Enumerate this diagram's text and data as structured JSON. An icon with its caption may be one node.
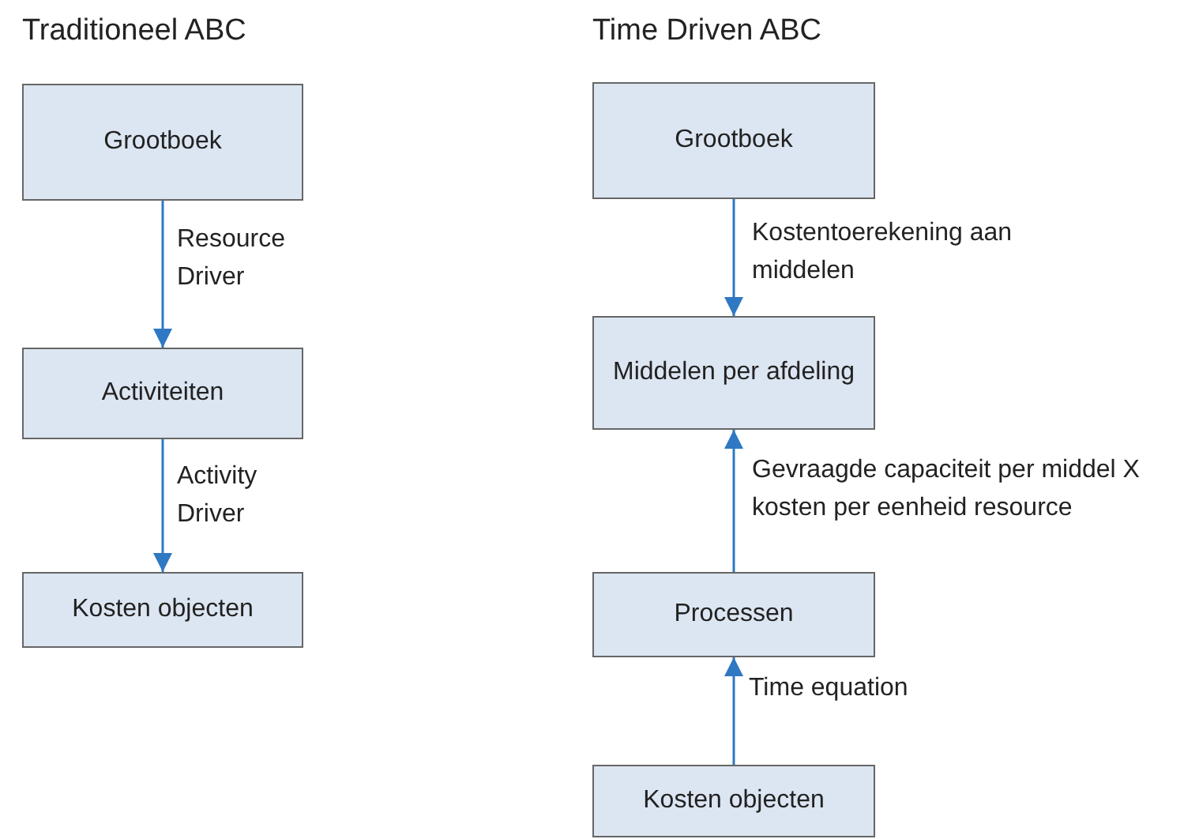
{
  "diagram": {
    "nodes": [
      {
        "text": [
          "Grootboek"
        ]
      },
      {
        "text": [
          "Activiteiten"
        ]
      },
      {
        "text": [
          "Kosten objecten"
        ]
      },
      {
        "text": [
          "Grootboek"
        ]
      },
      {
        "text": [
          "Middelen per afdeling"
        ]
      },
      {
        "text": [
          "Processen"
        ]
      },
      {
        "text": [
          "Kosten objecten"
        ]
      }
    ],
    "edges": [
      {
        "from": 0,
        "to": 1,
        "arrow": "to",
        "label": "Resource Driver"
      },
      {
        "from": 1,
        "to": 2,
        "arrow": "to",
        "label": "Activity Driver"
      },
      {
        "from": 3,
        "to": 4,
        "arrow": "to",
        "label": "Kostentoerekening aan middelen"
      },
      {
        "from": 5,
        "to": 4,
        "arrow": "to",
        "label": "Gevraagde capaciteit per middel X kosten per eenheid resource"
      },
      {
        "from": 6,
        "to": 5,
        "arrow": "to",
        "label": "Time equation"
      }
    ],
    "labels": [
      "Traditioneel ABC",
      "Time Driven ABC"
    ]
  }
}
